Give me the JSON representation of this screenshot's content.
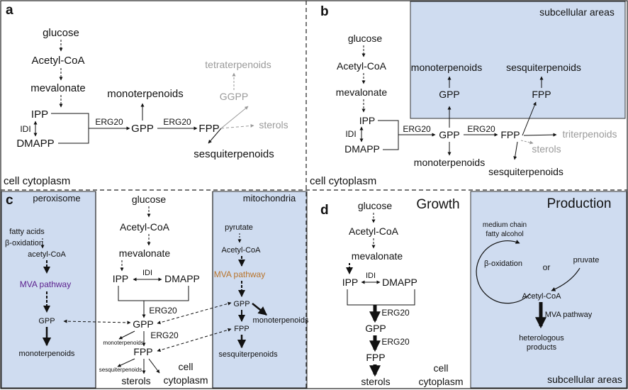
{
  "panel_a": {
    "letter": "a",
    "glucose": "glucose",
    "acetyl_coa": "Acetyl-CoA",
    "mevalonate": "mevalonate",
    "ipp": "IPP",
    "idi": "IDI",
    "dmapp": "DMAPP",
    "erg20_1": "ERG20",
    "gpp": "GPP",
    "erg20_2": "ERG20",
    "fpp": "FPP",
    "monoterpenoids": "monoterpenoids",
    "sesquiterpenoids": "sesquiterpenoids",
    "ggpp": "GGPP",
    "tetraterpenoids": "tetraterpenoids",
    "sterols": "sterols",
    "cell_cytoplasm": "cell cytoplasm"
  },
  "panel_b": {
    "letter": "b",
    "subcellular_areas": "subcellular areas",
    "glucose": "glucose",
    "acetyl_coa": "Acetyl-CoA",
    "mevalonate": "mevalonate",
    "ipp": "IPP",
    "idi": "IDI",
    "dmapp": "DMAPP",
    "erg20_1": "ERG20",
    "gpp": "GPP",
    "erg20_2": "ERG20",
    "fpp": "FPP",
    "sub_monoterpenoids": "monoterpenoids",
    "sub_gpp": "GPP",
    "sub_sesquiterpenoids": "sesquiterpenoids",
    "sub_fpp": "FPP",
    "triterpenoids": "triterpenoids",
    "sterols": "sterols",
    "monoterpenoids": "monoterpenoids",
    "sesquiterpenoids": "sesquiterpenoids",
    "cell_cytoplasm": "cell cytoplasm"
  },
  "panel_c": {
    "letter": "c",
    "peroxisome": "peroxisome",
    "fatty_acids": "fatty acids",
    "beta_oxidation": "β-oxidation",
    "perox_acetyl_coa": "acetyl-CoA",
    "perox_mva": "MVA pathway",
    "perox_gpp": "GPP",
    "perox_monoterpenoids": "monoterpenoids",
    "glucose": "glucose",
    "acetyl_coa": "Acetyl-CoA",
    "mevalonate": "mevalonate",
    "ipp": "IPP",
    "idi": "IDI",
    "dmapp": "DMAPP",
    "erg20_1": "ERG20",
    "gpp": "GPP",
    "erg20_2": "ERG20",
    "small_monoterpenoids": "monoterpenoids",
    "fpp": "FPP",
    "small_sesquiterpenoids": "sesquiterpenoids",
    "sterols": "sterols",
    "cell": "cell",
    "cytoplasm": "cytoplasm",
    "mitochondria": "mitochondria",
    "pyrutate": "pyrutate",
    "mito_acetyl_coa": "Acetyl-CoA",
    "mito_mva": "MVA pathway",
    "mito_gpp": "GPP",
    "mito_monoterpenoids": "monoterpenoids",
    "mito_fpp": "FPP",
    "mito_sesquiterpenoids": "sesquiterpenoids"
  },
  "panel_d": {
    "letter": "d",
    "growth": "Growth",
    "glucose": "glucose",
    "acetyl_coa": "Acetyl-CoA",
    "mevalonate": "mevalonate",
    "ipp": "IPP",
    "idi": "IDI",
    "dmapp": "DMAPP",
    "erg20_1": "ERG20",
    "gpp": "GPP",
    "erg20_2": "ERG20",
    "fpp": "FPP",
    "sterols": "sterols",
    "cell": "cell",
    "cytoplasm": "cytoplasm",
    "production": "Production",
    "medium_chain_1": "medium chain",
    "medium_chain_2": "fatty alcohol",
    "beta_oxidation": "β-oxidation",
    "or": "or",
    "pruvate": "pruvate",
    "prod_acetyl_coa": "Acetyl-CoA",
    "mva_pathway": "MVA pathway",
    "heterologous_1": "heterologous",
    "heterologous_2": "products",
    "subcellular_areas": "subcellular areas"
  },
  "colors": {
    "subcellular_fill": "#cfdcf0",
    "grey_text": "#9a9a9a",
    "perox_mva": "#5b1f8e",
    "mito_mva": "#b8732a"
  }
}
